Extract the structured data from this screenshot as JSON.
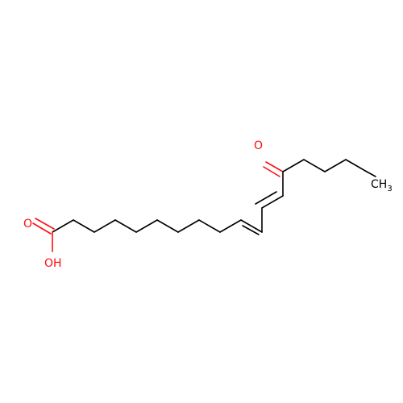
{
  "labels": {
    "carbonyl_oxygen_acid": "O",
    "hydroxyl": "OH",
    "ketone_oxygen": "O",
    "methyl_main": "CH",
    "methyl_subscript": "3"
  },
  "colors": {
    "bond": "#000000",
    "oxygen": "#ff0d0d",
    "carbon_label": "#000000",
    "background": "#ffffff"
  }
}
